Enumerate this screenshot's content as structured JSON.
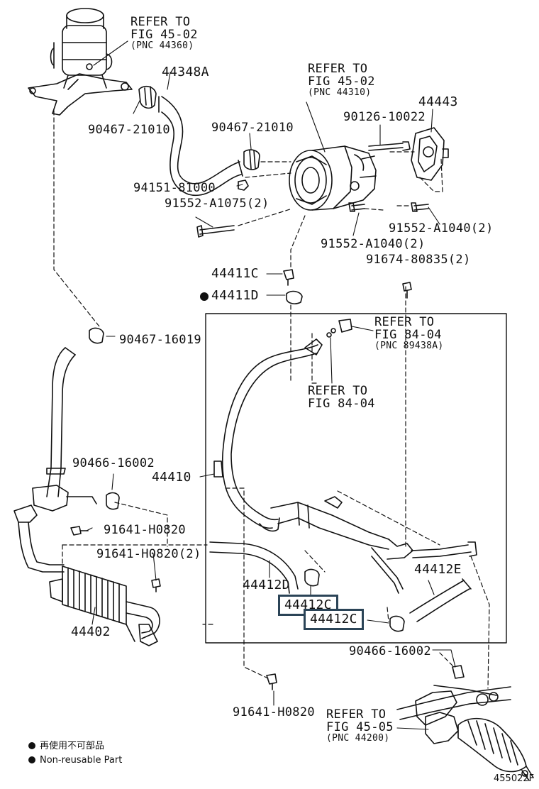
{
  "refs": {
    "r1": {
      "l1": "REFER TO",
      "l2": "FIG 45-02",
      "l3": "(PNC 44360)"
    },
    "r2": {
      "l1": "REFER TO",
      "l2": "FIG 45-02",
      "l3": "(PNC 44310)"
    },
    "r3": {
      "l1": "REFER TO",
      "l2": "FIG 84-04",
      "l3": "(PNC 89438A)"
    },
    "r4": {
      "l1": "REFER TO",
      "l2": "FIG 84-04"
    },
    "r5": {
      "l1": "REFER TO",
      "l2": "FIG 45-05",
      "l3": "(PNC 44200)"
    }
  },
  "parts": {
    "p44348A": "44348A",
    "p44443": "44443",
    "p90467_21010_a": "90467-21010",
    "p90467_21010_b": "90467-21010",
    "p90126_10022": "90126-10022",
    "p94151_81000": "94151-81000",
    "p91552_A1075": "91552-A1075(2)",
    "p91552_A1040_a": "91552-A1040(2)",
    "p91552_A1040_b": "91552-A1040(2)",
    "p91674_80835": "91674-80835(2)",
    "p44411C": "44411C",
    "p44411D": "44411D",
    "p90467_16019": "90467-16019",
    "p44410": "44410",
    "p90466_16002_a": "90466-16002",
    "p91641_H0820_a": "91641-H0820",
    "p91641_H0820_b": "91641-H0820(2)",
    "p44412D": "44412D",
    "p44412E": "44412E",
    "p44412C_a": "44412C",
    "p44412C_b": "44412C",
    "p44402": "44402",
    "p90466_16002_b": "90466-16002",
    "p91641_H0820_c": "91641-H0820"
  },
  "legend": {
    "line1": "再使用不可部品",
    "line2": "Non-reusable Part"
  },
  "figure_code": "455022F",
  "highlight_color": "#2b4457"
}
